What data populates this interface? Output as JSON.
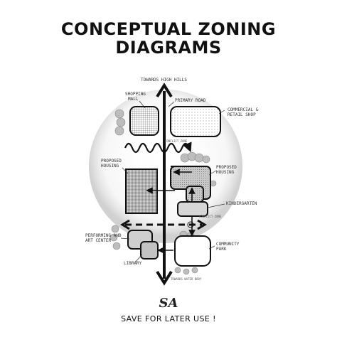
{
  "header": {
    "title_line1": "CONCEPTUAL ZONING",
    "title_line2": "DIAGRAMS"
  },
  "diagram": {
    "labels": {
      "towards_high_hills": "TOWARDS HIGH HILLS",
      "shopping_mall": "SHOPPING MALL",
      "primary_road": "PRIMARY ROAD",
      "commercial_retail": "COMMERCIAL & RETAIL SHOP",
      "conflict_zone_top": "CONFLICT ZONE",
      "proposed_housing_left": "PROPOSED HOUSING",
      "proposed_housing_right": "PROPOSED HOUSING",
      "kindergarten": "KINDERGARTEN",
      "conflict_zone_mid": "CONFLICT ZONE",
      "performing_art": "PERFORMING AND ART CENTER",
      "library": "LIBRARY",
      "community_park": "COMMUNITY PARK",
      "bottom_note": "TOWARDS WATER BODY"
    }
  },
  "footer": {
    "logo": "SA",
    "cta": "SAVE FOR LATER USE !"
  }
}
